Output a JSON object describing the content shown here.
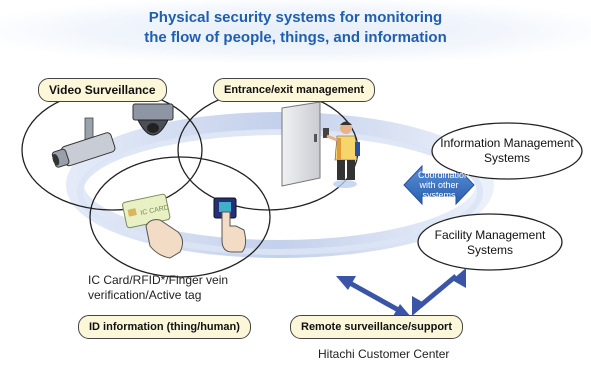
{
  "title": {
    "line1": "Physical security systems for monitoring",
    "line2": "the flow of people, things, and information"
  },
  "labels": {
    "video": "Video Surveillance",
    "entrance": "Entrance/exit management",
    "id_info": "ID information (thing/human)",
    "remote": "Remote surveillance/support"
  },
  "systems": {
    "info_mgmt_1": "Information Management",
    "info_mgmt_2": "Systems",
    "facility_1": "Facility Management",
    "facility_2": "Systems"
  },
  "coordination": {
    "line1": "Coordination",
    "line2": "with other",
    "line3": "systems"
  },
  "card_text": "IC CARD",
  "caption_id_1": "IC Card/RFID*/Finger vein",
  "caption_id_2": "verification/Active tag",
  "caption_remote": "Hitachi Customer Center",
  "colors": {
    "title": "#1f5fb0",
    "arrow": "#3a55a8",
    "pill_fill": "#fbf7d8",
    "ring": "#c9d5ee"
  }
}
